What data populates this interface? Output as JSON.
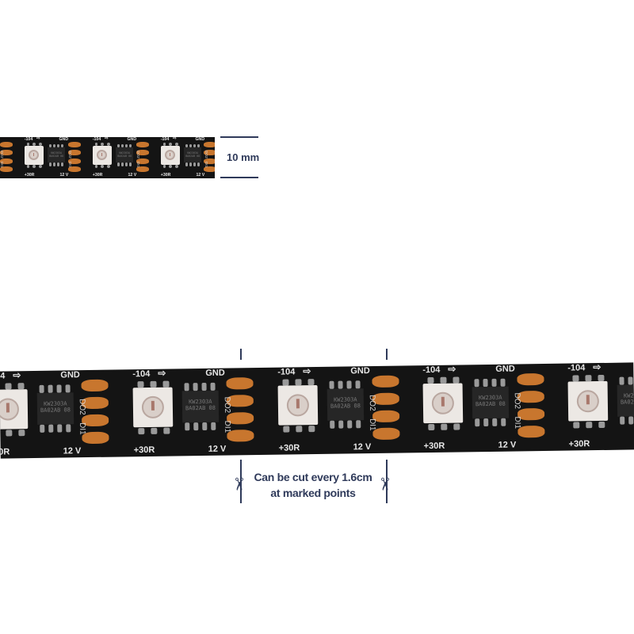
{
  "dimension_label": "10 mm",
  "caption": {
    "line1": "Can be cut every 1.6cm",
    "line2": "at marked points"
  },
  "silkscreen": {
    "data_in": "-104",
    "gnd": "GND",
    "data_out": "+30R",
    "voltage": "12 V",
    "chip_line1": "KW2303A",
    "chip_line2": "BA02AB 08",
    "do_label": "DO2",
    "di_label": "DI1"
  },
  "icons": {
    "cut": "scissors-icon",
    "arrow": "arrow-right-icon"
  },
  "colors": {
    "pcb": "#141414",
    "pad": "#c8762e",
    "annotation": "#2f3a5a"
  }
}
